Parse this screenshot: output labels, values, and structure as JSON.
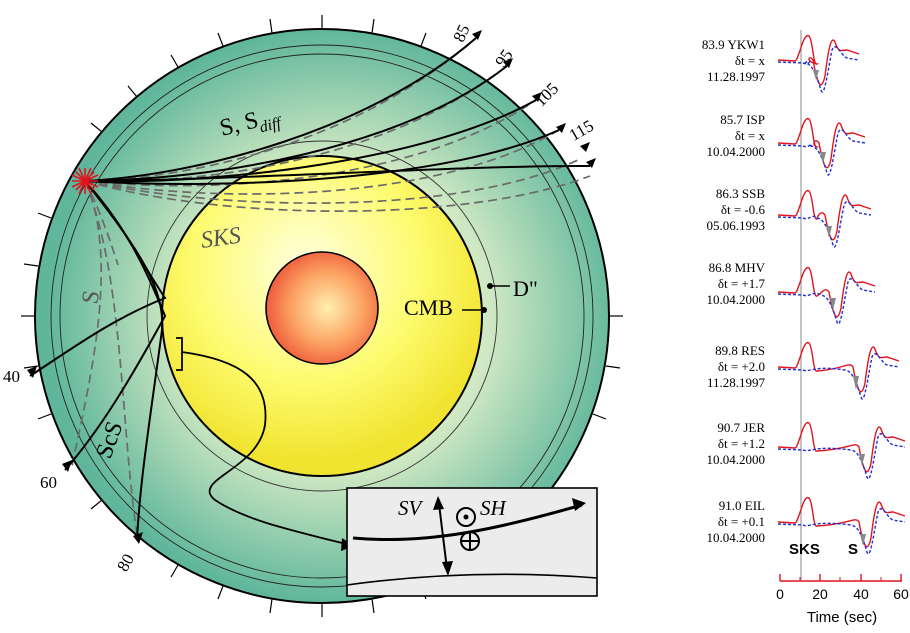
{
  "earth": {
    "labels": {
      "s_sdiff_main": "S, S",
      "s_sdiff_sub": "diff",
      "sks": "SKS",
      "s": "S",
      "scs": "ScS",
      "cmb": "CMB",
      "d_double_prime": "D\""
    },
    "distance_marks": [
      "85",
      "95",
      "105",
      "115",
      "40",
      "60",
      "80"
    ],
    "inset": {
      "sv": "SV",
      "sh": "SH"
    }
  },
  "seismograms": {
    "stations": [
      {
        "dist": "83.9",
        "code": "YKW1",
        "dt": "δt = x",
        "date": "11.28.1997"
      },
      {
        "dist": "85.7",
        "code": "ISP",
        "dt": "δt = x",
        "date": "10.04.2000"
      },
      {
        "dist": "86.3",
        "code": "SSB",
        "dt": "δt = -0.6",
        "date": "05.06.1993"
      },
      {
        "dist": "86.8",
        "code": "MHV",
        "dt": "δt = +1.7",
        "date": "10.04.2000"
      },
      {
        "dist": "89.8",
        "code": "RES",
        "dt": "δt = +2.0",
        "date": "11.28.1997"
      },
      {
        "dist": "90.7",
        "code": "JER",
        "dt": "δt = +1.2",
        "date": "10.04.2000"
      },
      {
        "dist": "91.0",
        "code": "EIL",
        "dt": "δt = +0.1",
        "date": "10.04.2000"
      }
    ],
    "phase_sks": "SKS",
    "phase_s": "S",
    "axis": {
      "ticks": [
        "0",
        "20",
        "40",
        "60"
      ],
      "xlabel": "Time (sec)"
    },
    "colors": {
      "radial": "#e0141e",
      "transverse": "#1b2fd6"
    }
  }
}
